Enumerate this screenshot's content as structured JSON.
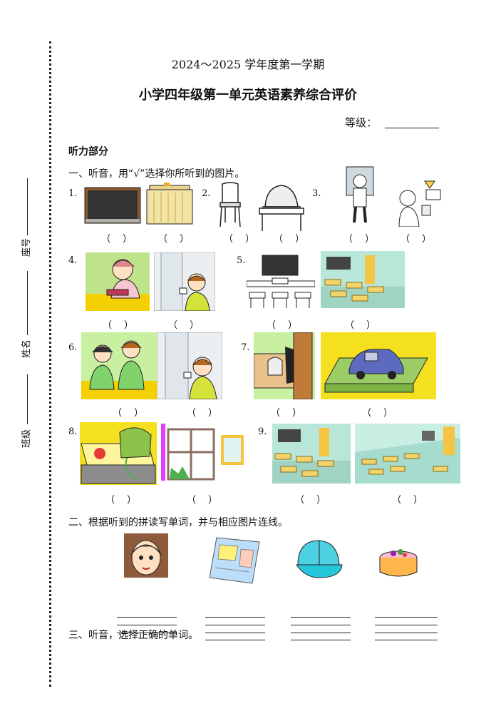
{
  "header": {
    "year_line": "2024～2025 学年度第一学期",
    "title": "小学四年级第一单元英语素养综合评价",
    "grade_label": "等级："
  },
  "side_labels": {
    "seat": "座号",
    "name": "姓名",
    "class": "班级"
  },
  "listening": {
    "heading": "听力部分",
    "section1_label": "一、听音，用“√”选择你所听到的图片。",
    "items": [
      {
        "num": "1.",
        "icons": [
          "blackboard-picture",
          "desk-picture"
        ]
      },
      {
        "num": "2.",
        "icons": [
          "chair-picture",
          "desk-with-hat-picture"
        ]
      },
      {
        "num": "3.",
        "icons": [
          "boy-cleaning-window-picture",
          "boy-turning-on-light-picture"
        ]
      },
      {
        "num": "4.",
        "icons": [
          "girl-at-desk-picture",
          "boy-cleaning-window-picture"
        ]
      },
      {
        "num": "5.",
        "icons": [
          "classroom-front-picture",
          "classroom-picture"
        ]
      },
      {
        "num": "6.",
        "icons": [
          "children-cleaning-picture",
          "boy-cleaning-window-picture"
        ]
      },
      {
        "num": "7.",
        "icons": [
          "door-picture",
          "toy-car-on-book-picture"
        ]
      },
      {
        "num": "8.",
        "icons": [
          "bag-on-desk-picture",
          "window-and-picture-picture"
        ]
      },
      {
        "num": "9.",
        "icons": [
          "classroom-picture",
          "big-classroom-picture"
        ]
      }
    ],
    "paren": "（　 ）",
    "section2_label": "二、根据听到的拼读写单词，并与相应图片连线。",
    "section2_icons": [
      "girl-face-picture",
      "map-picture",
      "cap-picture",
      "cake-picture"
    ],
    "section3_label": "三、听音，选择正确的单词。"
  }
}
